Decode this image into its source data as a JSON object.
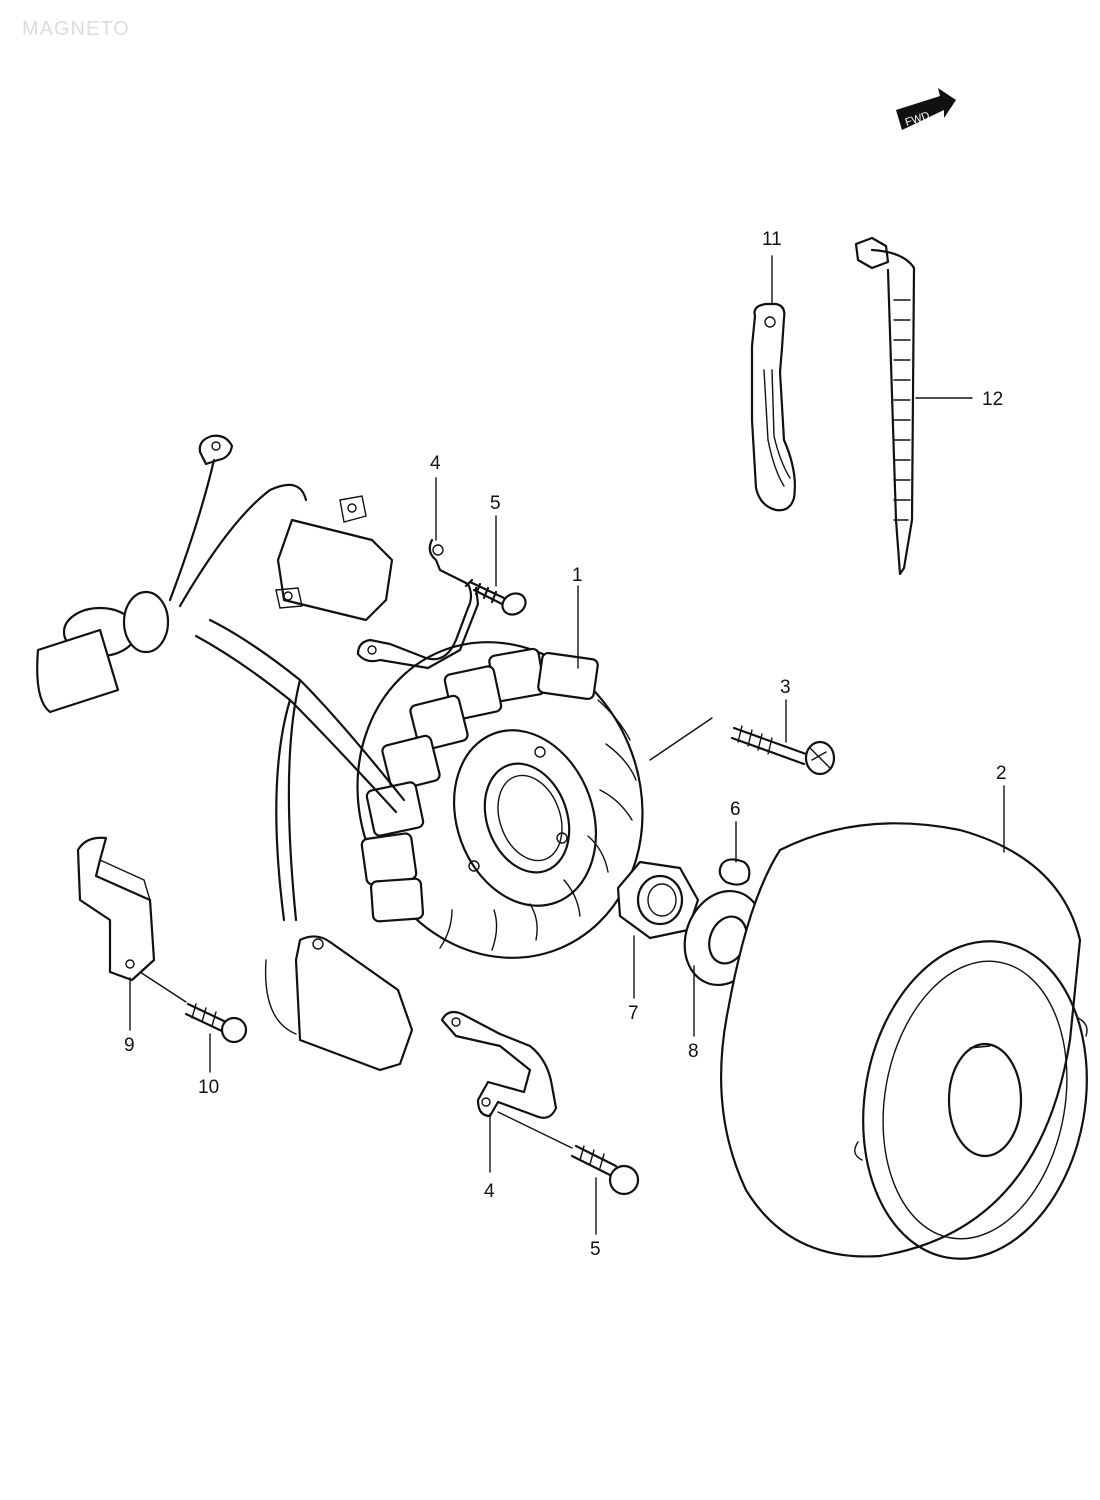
{
  "watermark": "MAGNETO",
  "fwd_label": "FWD",
  "callouts": {
    "c1": "1",
    "c2": "2",
    "c3": "3",
    "c4a": "4",
    "c4b": "4",
    "c5a": "5",
    "c5b": "5",
    "c6": "6",
    "c7": "7",
    "c8": "8",
    "c9": "9",
    "c10": "10",
    "c11": "11",
    "c12": "12"
  }
}
